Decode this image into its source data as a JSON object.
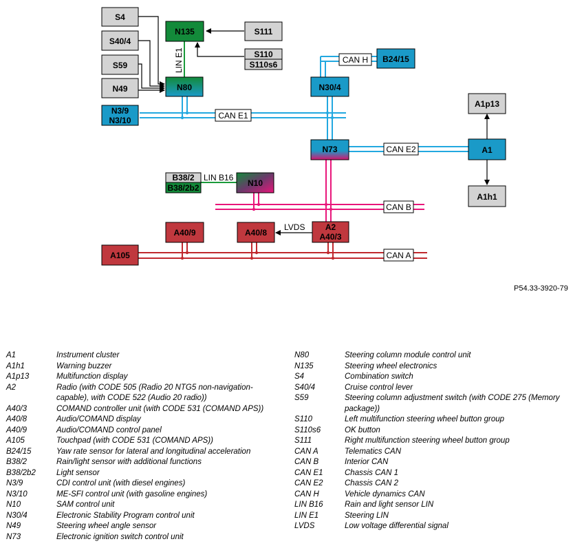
{
  "nodes": {
    "S4": "S4",
    "S40_4": "S40/4",
    "S59": "S59",
    "N49": "N49",
    "N135": "N135",
    "S111": "S111",
    "S110": "S110",
    "S110s6": "S110s6",
    "N80": "N80",
    "N3_9": "N3/9",
    "N3_10": "N3/10",
    "N30_4": "N30/4",
    "B24_15": "B24/15",
    "N73": "N73",
    "A1": "A1",
    "A1p13": "A1p13",
    "A1h1": "A1h1",
    "B38_2": "B38/2",
    "B38_2b2": "B38/2b2",
    "N10": "N10",
    "A40_9": "A40/9",
    "A40_8": "A40/8",
    "A2": "A2",
    "A40_3": "A40/3",
    "A105": "A105"
  },
  "bus_labels": {
    "can_e1": "CAN E1",
    "can_e2": "CAN E2",
    "can_h": "CAN H",
    "can_b": "CAN B",
    "can_a": "CAN A",
    "lin_e1": "LIN E1",
    "lin_b16": "LIN B16",
    "lvds": "LVDS"
  },
  "figure_ref": "P54.33-3920-79",
  "colors": {
    "light_blue_bus": "#22a8e0",
    "magenta_bus": "#e8157a",
    "red_bus": "#c0282d",
    "green_bus": "#1a9a3a",
    "grey_box": "#d3d3d3",
    "blue_box": "#1a9ac8",
    "green_box": "#138a3a",
    "red_box": "#c0383e"
  },
  "legend": {
    "left": [
      {
        "code": "A1",
        "desc": "Instrument cluster"
      },
      {
        "code": "A1h1",
        "desc": "Warning buzzer"
      },
      {
        "code": "A1p13",
        "desc": "Multifunction display"
      },
      {
        "code": "A2",
        "desc": "Radio (with CODE 505 (Radio 20 NTG5 non-navigation-capable), with CODE 522 (Audio 20 radio))"
      },
      {
        "code": "A40/3",
        "desc": "COMAND controller unit (with CODE 531 (COMAND APS))"
      },
      {
        "code": "A40/8",
        "desc": "Audio/COMAND display"
      },
      {
        "code": "A40/9",
        "desc": "Audio/COMAND control panel"
      },
      {
        "code": "A105",
        "desc": "Touchpad (with CODE 531 (COMAND APS))"
      },
      {
        "code": "B24/15",
        "desc": "Yaw rate sensor for lateral and longitudinal acceleration"
      },
      {
        "code": "B38/2",
        "desc": "Rain/light sensor with additional functions"
      },
      {
        "code": "B38/2b2",
        "desc": "Light sensor"
      },
      {
        "code": "N3/9",
        "desc": "CDI control unit (with diesel engines)"
      },
      {
        "code": "N3/10",
        "desc": "ME-SFI control unit (with gasoline engines)"
      },
      {
        "code": "N10",
        "desc": "SAM control unit"
      },
      {
        "code": "N30/4",
        "desc": "Electronic Stability Program control unit"
      },
      {
        "code": "N49",
        "desc": "Steering wheel angle sensor"
      },
      {
        "code": "N73",
        "desc": "Electronic ignition switch control unit"
      }
    ],
    "right": [
      {
        "code": "N80",
        "desc": "Steering column module control unit"
      },
      {
        "code": "N135",
        "desc": "Steering wheel electronics"
      },
      {
        "code": "S4",
        "desc": "Combination switch"
      },
      {
        "code": "S40/4",
        "desc": "Cruise control lever"
      },
      {
        "code": "S59",
        "desc": "Steering column adjustment switch (with CODE 275 (Memory package))"
      },
      {
        "code": "S110",
        "desc": "Left multifunction steering wheel button group"
      },
      {
        "code": "S110s6",
        "desc": "OK button"
      },
      {
        "code": "S111",
        "desc": "Right multifunction steering wheel button group"
      },
      {
        "code": "CAN A",
        "desc": "Telematics CAN"
      },
      {
        "code": "CAN B",
        "desc": "Interior CAN"
      },
      {
        "code": "CAN E1",
        "desc": "Chassis CAN 1"
      },
      {
        "code": "CAN E2",
        "desc": "Chassis CAN 2"
      },
      {
        "code": "CAN H",
        "desc": "Vehicle dynamics CAN"
      },
      {
        "code": "LIN B16",
        "desc": "Rain and light sensor LIN"
      },
      {
        "code": "LIN E1",
        "desc": "Steering LIN"
      },
      {
        "code": "LVDS",
        "desc": "Low voltage differential signal"
      }
    ]
  }
}
